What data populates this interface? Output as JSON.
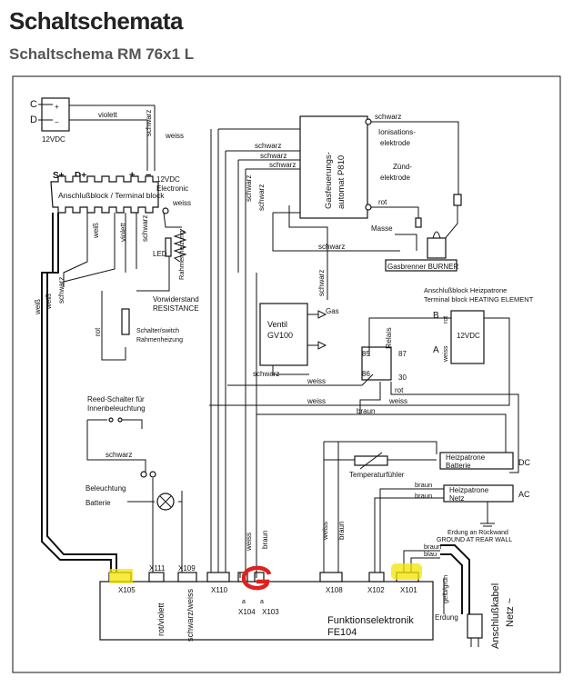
{
  "header": {
    "title": "Schaltschemata",
    "subtitle": "Schaltschema RM 76x1 L"
  },
  "terminals_top": {
    "c": "C",
    "d": "D",
    "v12": "12VDC"
  },
  "terminal_block": {
    "s_plus": "S+",
    "d_plus": "D+",
    "plus": "+",
    "minus": "−",
    "label": "Anschlußblock / Terminal block",
    "v12": "12VDC",
    "electronic": "Electronic"
  },
  "wires": {
    "violett": "violett",
    "schwarz": "schwarz",
    "weiss": "weiss",
    "weiss_alt": "weiß",
    "braun": "braun",
    "blau": "blau",
    "rot": "rot",
    "gelb_gruen": "gelb/grün"
  },
  "heater_switch": {
    "led": "LED",
    "rahmenheizung": "Rahmenheizung",
    "vorwiderstand": "Vorwiderstand",
    "resistance": "RESISTANCE",
    "switch_1": "Schalter/switch",
    "switch_2": "Rahmenheizung"
  },
  "gas_automat": {
    "label_1": "Gasfeuerungs-",
    "label_2": "automat P810"
  },
  "ionisation": {
    "l1": "Ionisations-",
    "l2": "elektrode"
  },
  "ignition": {
    "l1": "Zünd-",
    "l2": "elektrode"
  },
  "masse": "Masse",
  "burner": "Gasbrenner BURNER",
  "valve": {
    "l1": "Ventil",
    "l2": "GV100",
    "gas": "Gas"
  },
  "relay": {
    "label": "Relais",
    "p85": "85",
    "p86": "86",
    "p87": "87",
    "p30": "30"
  },
  "heating_block": {
    "l1": "Anschlußblock Heizpatrone",
    "l2": "Terminal block HEATING ELEMENT",
    "b": "B",
    "a": "A",
    "v12": "12VDC"
  },
  "reed": {
    "l1": "Reed-Schalter für",
    "l2": "Innenbeleuchtung"
  },
  "lighting": {
    "l1": "Beleuchtung",
    "l2": "Batterie"
  },
  "temp_sensor": "Temperaturfühler",
  "heizpatrone_dc": {
    "l1": "Heizpatrone",
    "l2": "Batterie",
    "type": "DC"
  },
  "heizpatrone_ac": {
    "l1": "Heizpatrone",
    "l2": "Netz",
    "type": "AC"
  },
  "grounding": {
    "l1": "Erdung an Rückwand",
    "l2": "GROUND AT REAR WALL"
  },
  "connectors": {
    "x105": "X105",
    "x111": "X111",
    "x109": "X109",
    "x110": "X110",
    "x104": "X104",
    "x103": "X103",
    "x108": "X108",
    "x102": "X102",
    "x101": "X101",
    "pin_a": "a",
    "pin_b": "a"
  },
  "bottom_labels": {
    "rot_violett": "rot/violett",
    "schwarz_weiss": "schwarz/weiss"
  },
  "module": {
    "l1": "Funktionselektronik",
    "l2": "FE104"
  },
  "erdung": "Erdung",
  "cable": {
    "l1": "Anschlußkabel",
    "l2": "Netz ~"
  },
  "colors": {
    "highlight_yellow": "#f5e400",
    "highlight_red": "#e02020"
  }
}
